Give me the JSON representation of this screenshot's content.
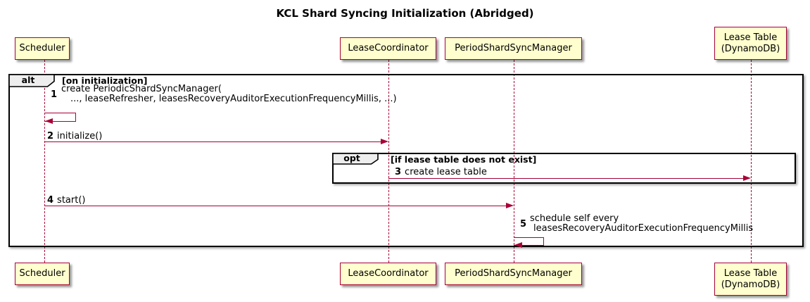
{
  "diagram": {
    "title": "KCL Shard Syncing Initialization (Abridged)"
  },
  "participants": {
    "scheduler": {
      "label": "Scheduler"
    },
    "lease_coordinator": {
      "label": "LeaseCoordinator"
    },
    "period_shard_sync_manager": {
      "label": "PeriodShardSyncManager"
    },
    "lease_table": {
      "label": "Lease Table",
      "label2": "(DynamoDB)"
    }
  },
  "frames": {
    "alt": {
      "operator": "alt",
      "guard": "[on initialization]"
    },
    "opt": {
      "operator": "opt",
      "guard": "[if lease table does not exist]"
    }
  },
  "messages": {
    "m1": {
      "num": "1",
      "line1": "create PeriodicShardSyncManager(",
      "line2": "..., leaseRefresher, leasesRecoveryAuditorExecutionFrequencyMillis, ...)"
    },
    "m2": {
      "num": "2",
      "text": "initialize()"
    },
    "m3": {
      "num": "3",
      "text": "create lease table"
    },
    "m4": {
      "num": "4",
      "text": "start()"
    },
    "m5": {
      "num": "5",
      "line1": "schedule self every",
      "line2": "leasesRecoveryAuditorExecutionFrequencyMillis"
    }
  },
  "colors": {
    "accent": "#A80036",
    "participant_fill": "#FEFECE",
    "operator_fill": "#EEEEEE",
    "frame_border": "#000000"
  }
}
